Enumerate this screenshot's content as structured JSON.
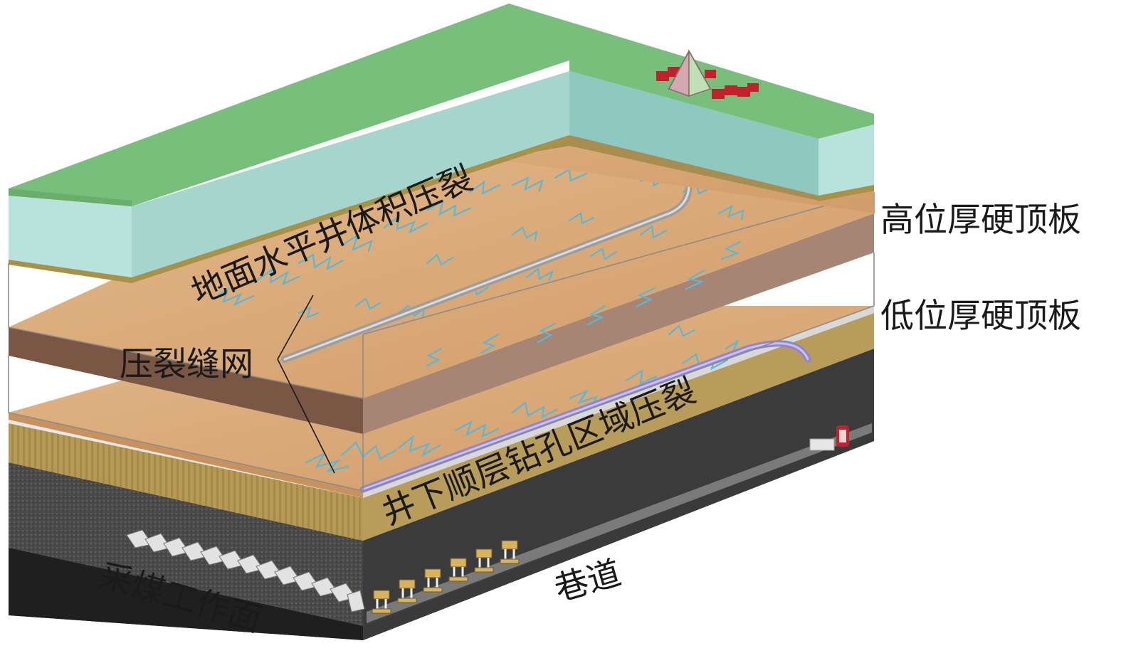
{
  "labels": {
    "high_roof": "高位厚硬顶板",
    "low_roof": "低位厚硬顶板",
    "surface_frac": "地面水平井体积压裂",
    "frac_network": "压裂缝网",
    "underground_frac": "井下顺层钻孔区域压裂",
    "working_face": "采煤工作面",
    "roadway": "巷道"
  },
  "colors": {
    "ground": "#79c07d",
    "cyan_layer": "#b4ded8",
    "tan": "#d8a978",
    "brown": "#8c6a5a",
    "olive": "#b39a55",
    "coal": "#2f2f2f",
    "fracture": "#5bb7d6",
    "purple_pipe": "#a59ad8",
    "grey_pipe": "#b9b9b9",
    "red": "#c2202f"
  }
}
